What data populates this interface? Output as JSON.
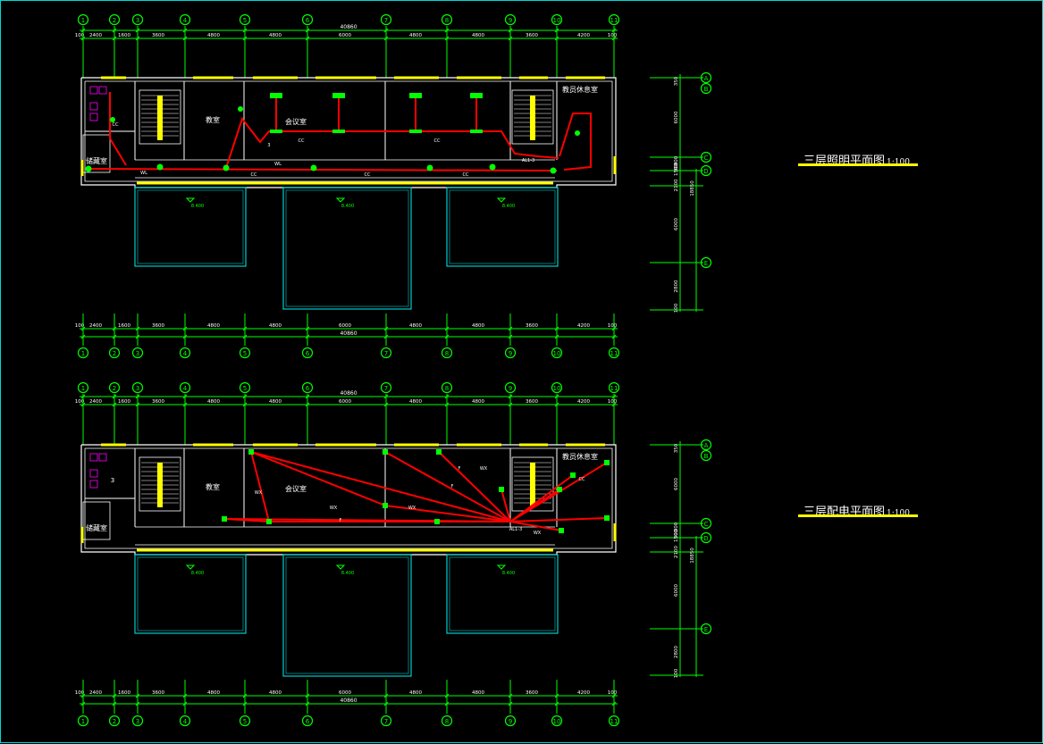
{
  "drawing": {
    "plans": [
      {
        "id": "lighting",
        "title": "三层照明平面图",
        "scale": "1:100",
        "total_dimension": "40860",
        "span_dimensions": [
          "100",
          "2400",
          "1600",
          "3600",
          "4800",
          "4800",
          "6000",
          "4800",
          "4800",
          "3600",
          "4200",
          "100"
        ],
        "axis_labels": [
          "1",
          "2",
          "3",
          "4",
          "5",
          "6",
          "7",
          "8",
          "9",
          "10",
          "11"
        ],
        "side_dimensions": [
          "350",
          "6000",
          "300",
          "1500",
          "300",
          "2100",
          "6000",
          "2800",
          "100"
        ],
        "side_total": "18850",
        "side_axis_labels": [
          "A",
          "B",
          "C",
          "D",
          "E"
        ],
        "rooms": [
          "储藏室",
          "教室",
          "会议室",
          "储藏室",
          "教员休息室"
        ],
        "labels": [
          "CC",
          "WL",
          "AL1-3",
          "3"
        ],
        "elevations": [
          "8.400",
          "8.400",
          "8.400"
        ]
      },
      {
        "id": "power",
        "title": "三层配电平面图",
        "scale": "1:100",
        "total_dimension": "40860",
        "span_dimensions": [
          "100",
          "2400",
          "1600",
          "3600",
          "4800",
          "4800",
          "6000",
          "4800",
          "4800",
          "3600",
          "4200",
          "100"
        ],
        "axis_labels": [
          "1",
          "2",
          "3",
          "4",
          "5",
          "6",
          "7",
          "8",
          "9",
          "10",
          "11"
        ],
        "side_dimensions": [
          "350",
          "6000",
          "300",
          "1500",
          "300",
          "2100",
          "6000",
          "2800",
          "100"
        ],
        "side_total": "18850",
        "side_axis_labels": [
          "A",
          "B",
          "C",
          "D",
          "E"
        ],
        "rooms": [
          "储藏室",
          "教室",
          "会议室",
          "储藏室",
          "教员休息室"
        ],
        "labels": [
          "WX",
          "F",
          "CC",
          "AL1-3",
          "3"
        ],
        "elevations": [
          "8.400",
          "8.400",
          "8.400",
          "8.400"
        ]
      }
    ],
    "colors": {
      "background": "#000000",
      "border": "#00d8d8",
      "walls": "#ffffff",
      "windows": "#ffff00",
      "wiring": "#ff0000",
      "fixtures": "#00ff00",
      "dimension": "#00ff00",
      "balcony": "#00cccc",
      "annotation": "#ff00ff"
    }
  }
}
